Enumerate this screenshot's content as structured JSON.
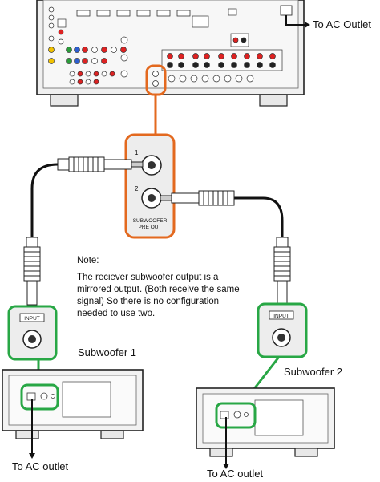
{
  "labels": {
    "receiver_ac_outlet": "To AC Outlet",
    "sub1_ac_outlet": "To AC outlet",
    "sub2_ac_outlet": "To AC outlet",
    "subwoofer1": "Subwoofer 1",
    "subwoofer2": "Subwoofer 2",
    "input1": "INPUT",
    "input2": "INPUT",
    "port1": "1",
    "port2": "2",
    "preout_line1": "SUBWOOFER",
    "preout_line2": "PRE OUT"
  },
  "note": {
    "title": "Note:",
    "body": "The reciever subwoofer output is a mirrored output. (Both receive the same signal)  So there is no configuration needed to use two."
  },
  "colors": {
    "highlight_orange": "#e3691f",
    "highlight_green": "#28a745",
    "cable": "#111111",
    "panel_gray": "#ededed"
  }
}
